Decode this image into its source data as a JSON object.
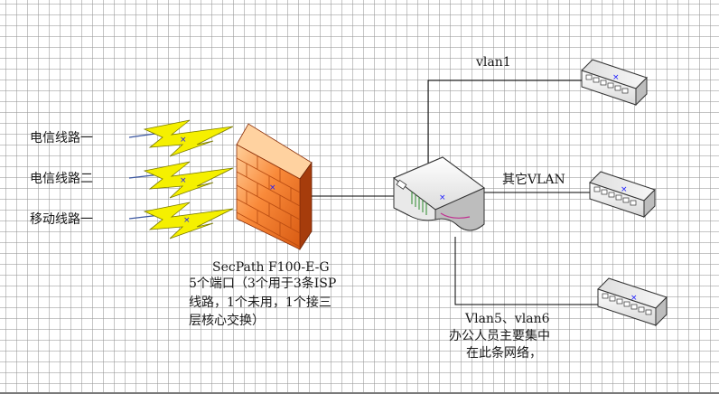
{
  "lines": {
    "line1": "电信线路一",
    "line2": "电信线路二",
    "line3": "移动线路一"
  },
  "firewall": {
    "model": "SecPath  F100-E-G",
    "desc_1": "5个端口（3个用于3条ISP",
    "desc_2": "线路，1个未用，1个接三",
    "desc_3": "层核心交换）"
  },
  "vlans": {
    "vlan1": "vlan1",
    "other": "其它VLAN",
    "office_1": "Vlan5、vlan6",
    "office_2": "办公人员主要集中",
    "office_3": "在此条网络，"
  },
  "colors": {
    "firewall_light": "#ffb070",
    "firewall_dark": "#e0621a",
    "firewall_side": "#8a2e08",
    "bolt": "#f5f000",
    "line": "#000000",
    "switch_body": "#f2f2f2"
  }
}
